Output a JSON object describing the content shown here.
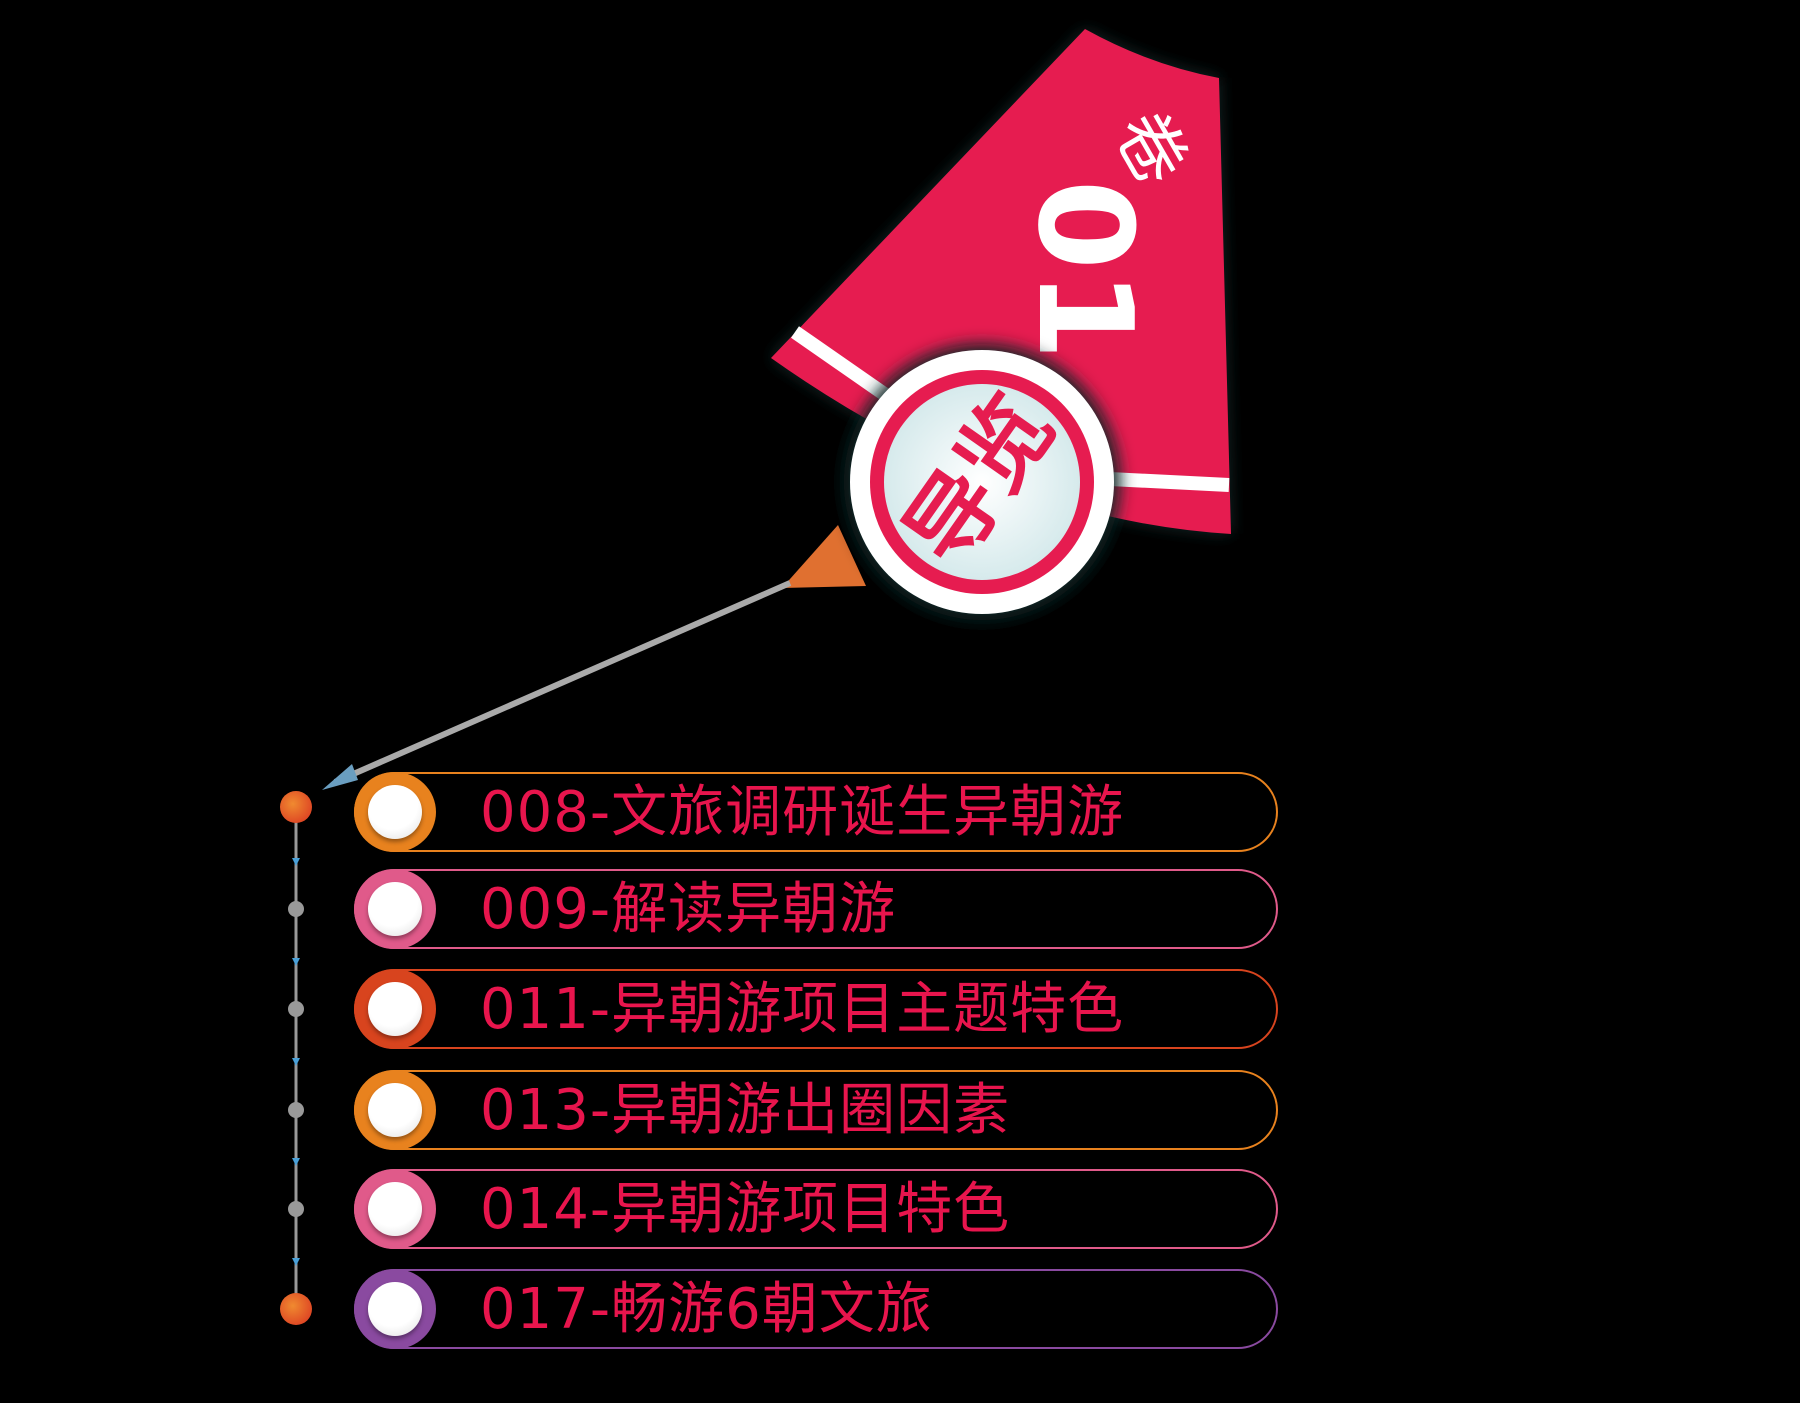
{
  "badge": {
    "number": "01",
    "chapter_char": "卷",
    "title": "导览"
  },
  "colors": {
    "accent": "#e61c50",
    "orange": "#e8821e",
    "pink": "#e05a8a",
    "red_orange": "#d8441e",
    "purple": "#8a4aa0"
  },
  "items": [
    {
      "label": "008-文旅调研诞生异朝游",
      "color": "#e8821e"
    },
    {
      "label": "009-解读异朝游",
      "color": "#e05a8a"
    },
    {
      "label": "011-异朝游项目主题特色",
      "color": "#d8441e"
    },
    {
      "label": "013-异朝游出圈因素",
      "color": "#e8821e"
    },
    {
      "label": "014-异朝游项目特色",
      "color": "#e05a8a"
    },
    {
      "label": "017-畅游6朝文旅",
      "color": "#8a4aa0"
    }
  ]
}
